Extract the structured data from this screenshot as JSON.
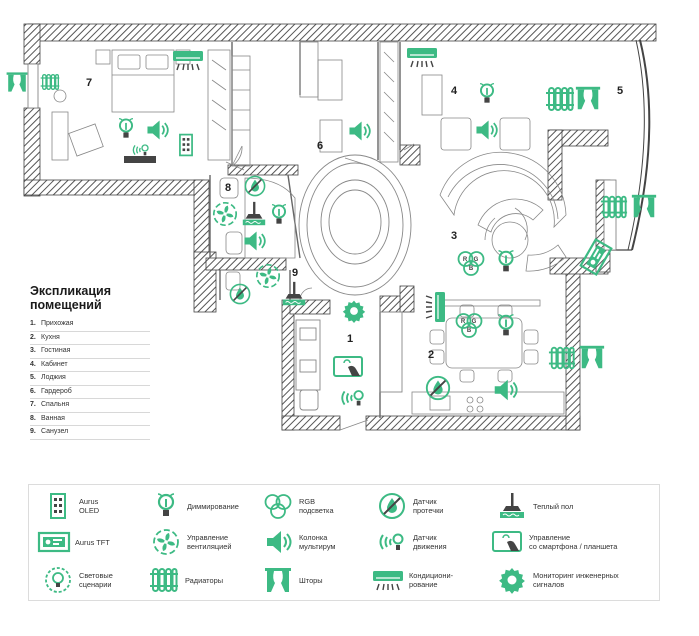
{
  "colors": {
    "accent": "#3dba84",
    "wall": "#444444",
    "line": "#8a8a8a"
  },
  "room_numbers": [
    "1",
    "2",
    "3",
    "4",
    "5",
    "6",
    "7",
    "8",
    "9"
  ],
  "explication": {
    "title": "Экспликация\nпомещений",
    "rooms": [
      {
        "num": "1.",
        "name": "Прихожая"
      },
      {
        "num": "2.",
        "name": "Кухня"
      },
      {
        "num": "3.",
        "name": "Гостиная"
      },
      {
        "num": "4.",
        "name": "Кабинет"
      },
      {
        "num": "5.",
        "name": "Лоджия"
      },
      {
        "num": "6.",
        "name": "Гардероб"
      },
      {
        "num": "7.",
        "name": "Спальня"
      },
      {
        "num": "8.",
        "name": "Ванная"
      },
      {
        "num": "9.",
        "name": "Санузел"
      }
    ]
  },
  "rgb_letters": [
    "R",
    "G",
    "B"
  ],
  "legend": [
    {
      "icon": "oled-panel-icon",
      "label": "Aurus\nOLED"
    },
    {
      "icon": "dimmer-bulb-icon",
      "label": "Диммирование"
    },
    {
      "icon": "rgb-lighting-icon",
      "label": "RGB\nподсветка"
    },
    {
      "icon": "leak-sensor-icon",
      "label": "Датчик\nпротечки"
    },
    {
      "icon": "floor-heating-icon",
      "label": "Теплый пол"
    },
    {
      "icon": "tft-panel-icon",
      "label": "Aurus TFT"
    },
    {
      "icon": "ventilation-fan-icon",
      "label": "Управление\nвентиляцией"
    },
    {
      "icon": "multiroom-speaker-icon",
      "label": "Колонка\nмультирум"
    },
    {
      "icon": "motion-sensor-icon",
      "label": "Датчик\nдвижения"
    },
    {
      "icon": "tablet-control-icon",
      "label": "Управление\nсо смартфона / планшета"
    },
    {
      "icon": "light-scenario-icon",
      "label": "Световые\nсценарии"
    },
    {
      "icon": "radiator-icon",
      "label": "Радиаторы"
    },
    {
      "icon": "curtains-icon",
      "label": "Шторы"
    },
    {
      "icon": "air-conditioner-icon",
      "label": "Кондициони-\nрование"
    },
    {
      "icon": "gear-monitoring-icon",
      "label": "Мониторинг инженерных\nсигналов"
    }
  ]
}
